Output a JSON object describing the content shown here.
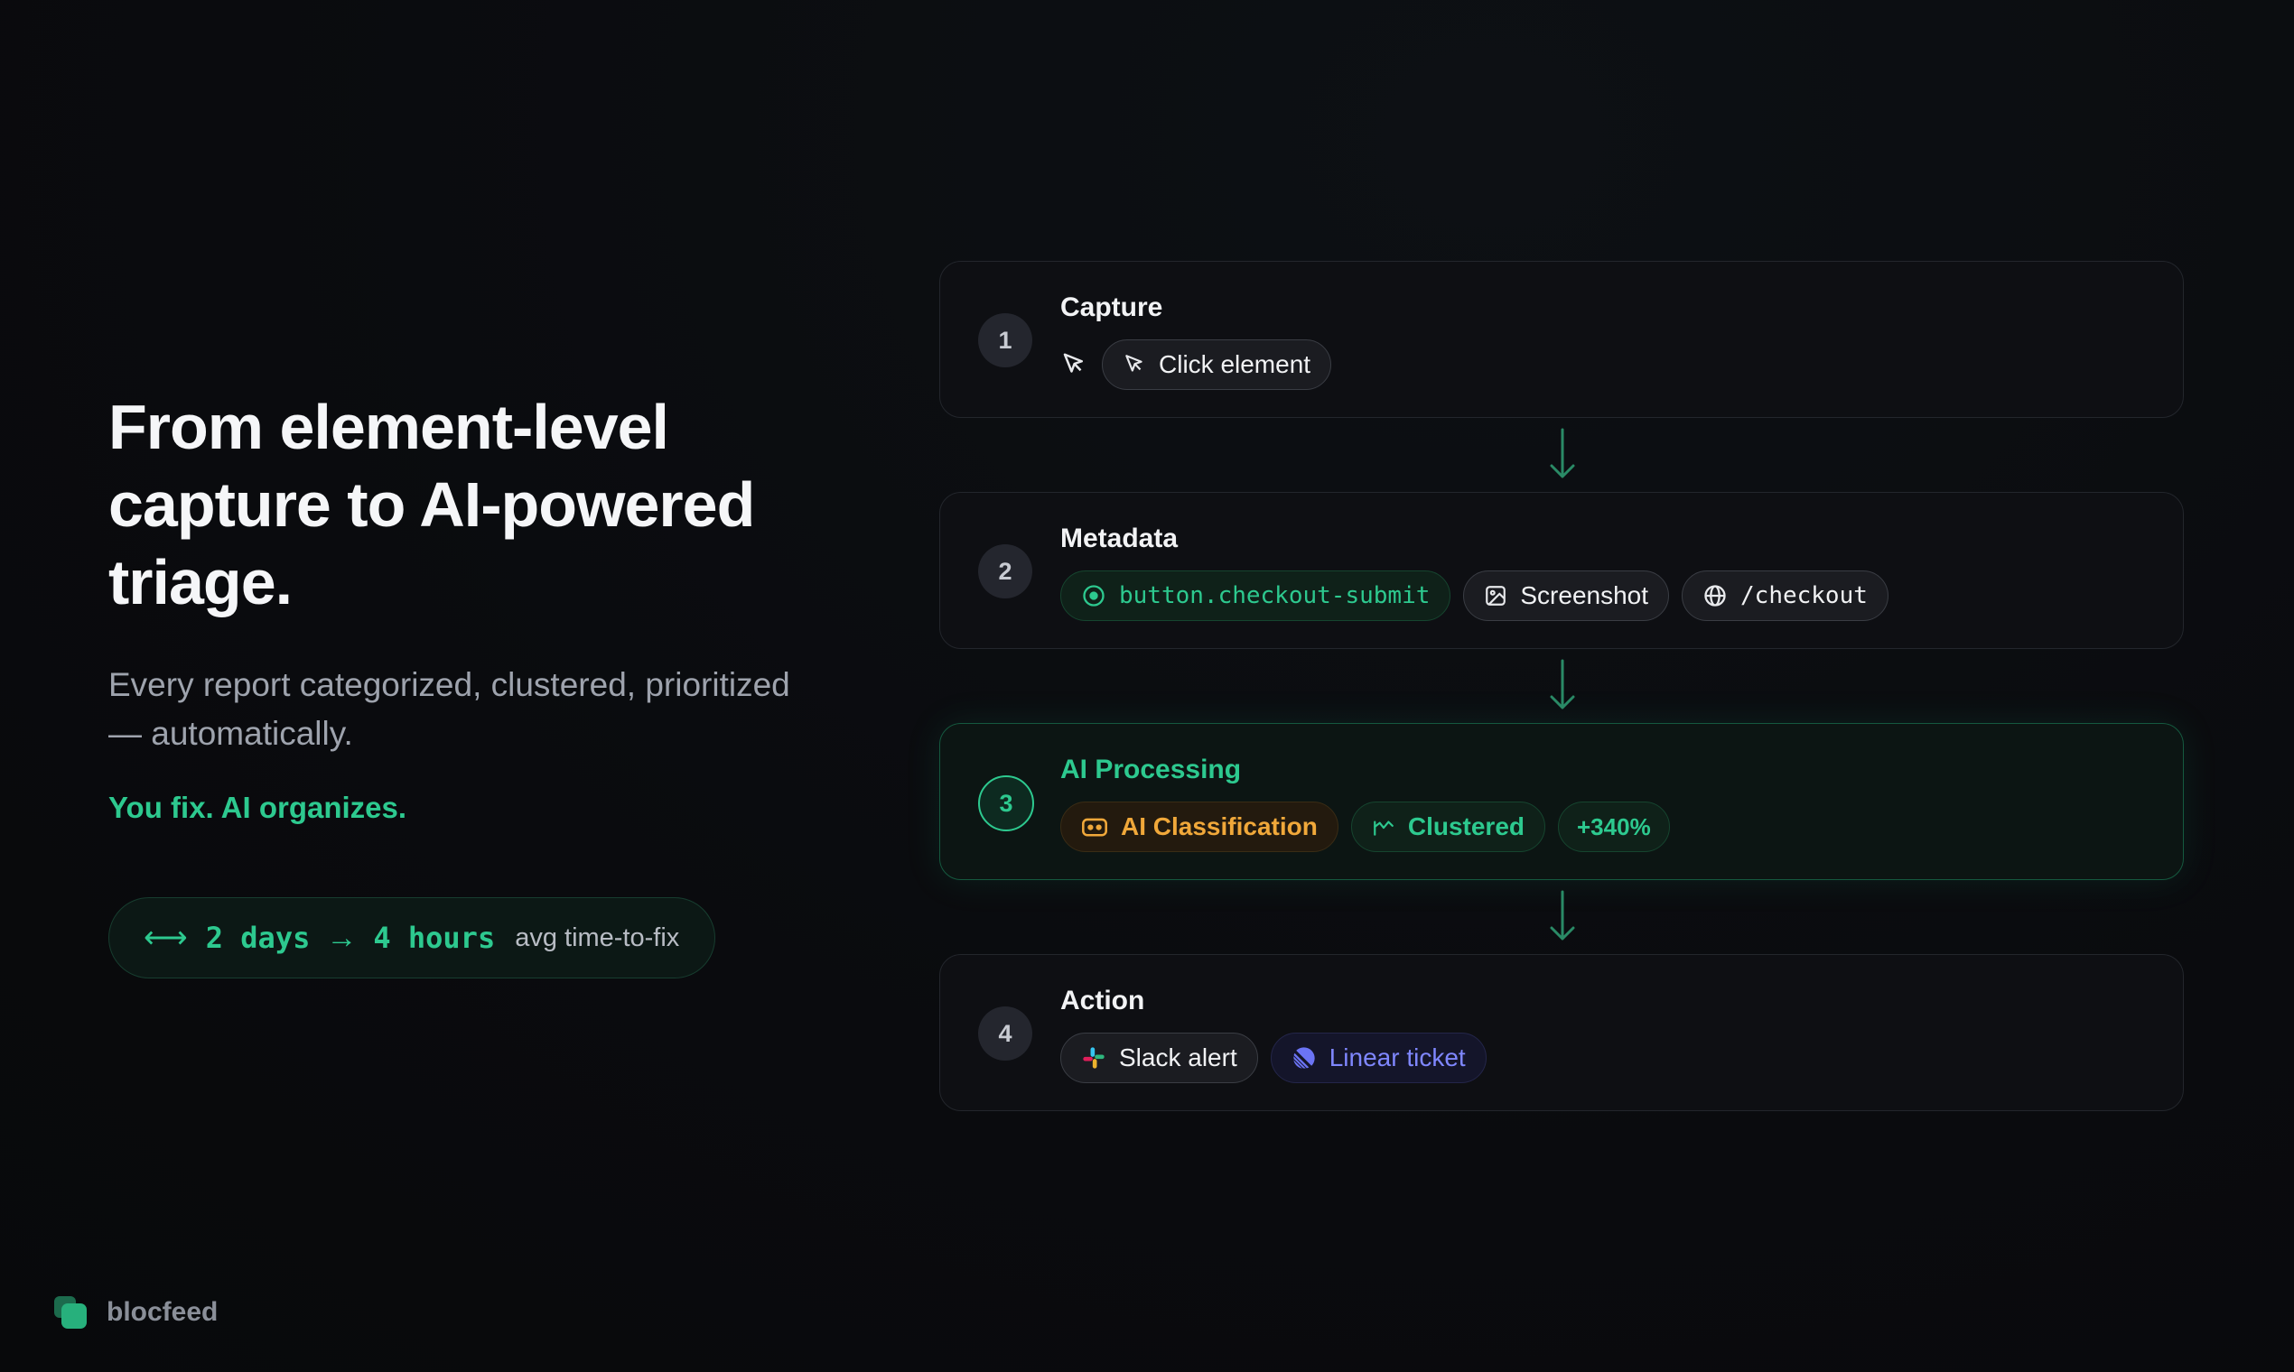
{
  "hero": {
    "headline_line1": "From element-level",
    "headline_line2": "capture to AI-powered",
    "headline_line3": "triage.",
    "subhead_line1": "Every report categorized, clustered, prioritized",
    "subhead_line2": "— automatically.",
    "tagline": "You fix. AI organizes."
  },
  "stat": {
    "icon": "arrows-horizontal-icon",
    "from": "2 days",
    "arrow": "→",
    "to": "4 hours",
    "label": "avg time-to-fix"
  },
  "steps": [
    {
      "number": "1",
      "title": "Capture",
      "chips": [
        {
          "label": "Click element",
          "icon": "cursor-arrow-icon"
        }
      ],
      "extra_icon": "cursor-arrow-icon"
    },
    {
      "number": "2",
      "title": "Metadata",
      "chips": [
        {
          "label": "button.checkout-submit",
          "icon": "target-icon"
        },
        {
          "label": "Screenshot",
          "icon": "image-icon"
        },
        {
          "label": "/checkout",
          "icon": "globe-icon"
        }
      ]
    },
    {
      "number": "3",
      "title": "AI Processing",
      "chips": [
        {
          "label": "AI Classification",
          "icon": "robot-icon"
        },
        {
          "label": "Clustered",
          "icon": "trend-icon"
        },
        {
          "label": "+340%"
        }
      ]
    },
    {
      "number": "4",
      "title": "Action",
      "chips": [
        {
          "label": "Slack alert",
          "icon": "slack-icon"
        },
        {
          "label": "Linear ticket",
          "icon": "linear-icon"
        }
      ]
    }
  ],
  "colors": {
    "accent_green": "#2dc98f",
    "accent_orange": "#f0a83a",
    "accent_indigo": "#7f87ff",
    "background": "#0a0b0e"
  },
  "brand": {
    "name": "blocfeed"
  }
}
